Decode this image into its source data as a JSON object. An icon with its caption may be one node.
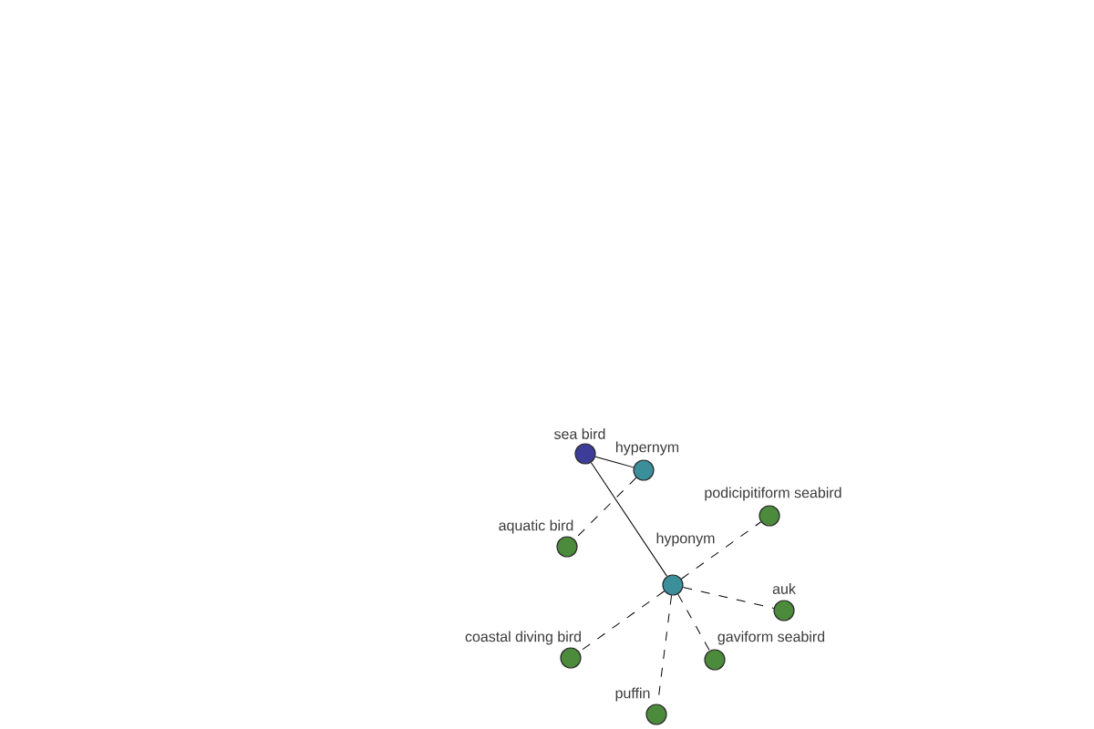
{
  "diagram": {
    "nodes": [
      {
        "text": [
          "sea bird"
        ]
      },
      {
        "text": [
          "hypernym"
        ]
      },
      {
        "text": [
          "aquatic bird"
        ]
      },
      {
        "text": [
          "podicipitiform seabird"
        ]
      },
      {
        "text": [
          "hyponym"
        ]
      },
      {
        "text": [
          "auk"
        ]
      },
      {
        "text": [
          "coastal diving bird"
        ]
      },
      {
        "text": [
          "gaviform seabird"
        ]
      },
      {
        "text": [
          "puffin"
        ]
      }
    ],
    "edges": [
      {
        "from": 0,
        "to": 1,
        "arrow": "none"
      },
      {
        "from": 0,
        "to": 4,
        "arrow": "none"
      },
      {
        "from": 1,
        "to": 2,
        "arrow": "none",
        "style": "dashed"
      },
      {
        "from": 4,
        "to": 3,
        "arrow": "none",
        "style": "dashed"
      },
      {
        "from": 4,
        "to": 5,
        "arrow": "none",
        "style": "dashed"
      },
      {
        "from": 4,
        "to": 6,
        "arrow": "none",
        "style": "dashed"
      },
      {
        "from": 4,
        "to": 7,
        "arrow": "none",
        "style": "dashed"
      },
      {
        "from": 4,
        "to": 8,
        "arrow": "none",
        "style": "dashed"
      }
    ]
  }
}
